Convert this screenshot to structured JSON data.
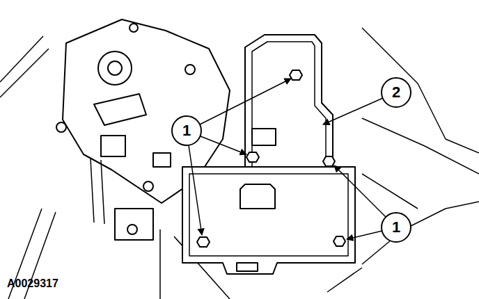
{
  "diagram": {
    "labels": [
      "1",
      "2",
      "1",
      "A0029317"
    ]
  }
}
